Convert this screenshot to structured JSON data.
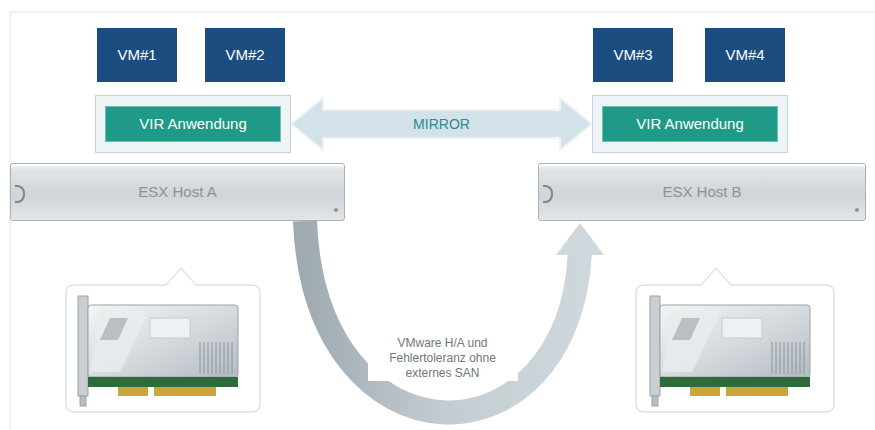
{
  "diagram": {
    "nodes": [
      {
        "text": [
          "VM#1"
        ]
      },
      {
        "text": [
          "VM#2"
        ]
      },
      {
        "text": [
          "VM#3"
        ]
      },
      {
        "text": [
          "VM#4"
        ]
      },
      {
        "text": [
          "VIR Anwendung"
        ]
      },
      {
        "text": [
          "VIR Anwendung"
        ]
      },
      {
        "text": [
          "ESX Host A"
        ]
      },
      {
        "text": [
          "ESX Host B"
        ]
      }
    ],
    "edges": [
      {
        "from": 4,
        "to": 5,
        "label": "MIRROR",
        "arrow": "both"
      },
      {
        "from": 6,
        "to": 7,
        "label": "VMware H/A und Fehlertoleranz ohne externes SAN",
        "arrow": "to"
      }
    ]
  }
}
